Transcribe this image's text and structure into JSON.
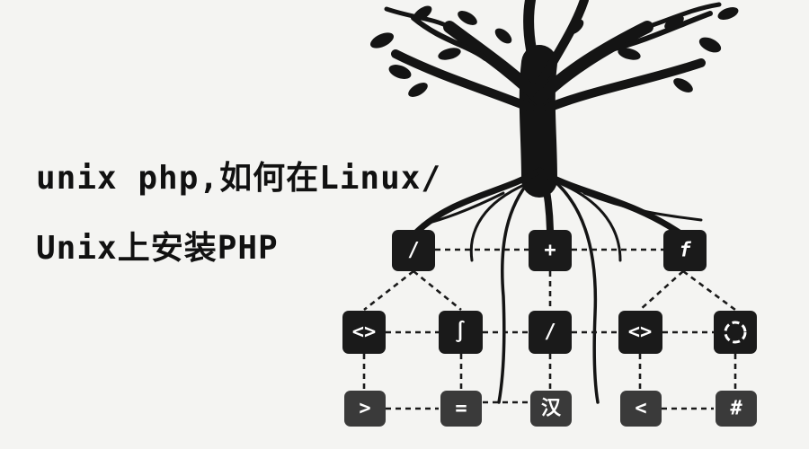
{
  "title": {
    "line1": "unix php,如何在Linux/",
    "line2": "Unix上安装PHP"
  },
  "illustration": {
    "subject": "tree-with-roots-and-flowchart",
    "top_row": [
      {
        "id": "t1",
        "symbol": "/"
      },
      {
        "id": "t2",
        "symbol": "+"
      },
      {
        "id": "t3",
        "symbol": "f"
      }
    ],
    "middle_row": [
      {
        "id": "m1",
        "symbol": "<>"
      },
      {
        "id": "m2",
        "symbol": "∫"
      },
      {
        "id": "m3",
        "symbol": "/"
      },
      {
        "id": "m4",
        "symbol": "<>"
      },
      {
        "id": "m5",
        "icon": "refresh-dashed-icon"
      }
    ],
    "bottom_row": [
      {
        "id": "b1",
        "symbol": ">"
      },
      {
        "id": "b2",
        "symbol": "="
      },
      {
        "id": "b3",
        "symbol": "汉"
      },
      {
        "id": "b4",
        "symbol": "<"
      },
      {
        "id": "b5",
        "symbol": "#"
      }
    ]
  }
}
